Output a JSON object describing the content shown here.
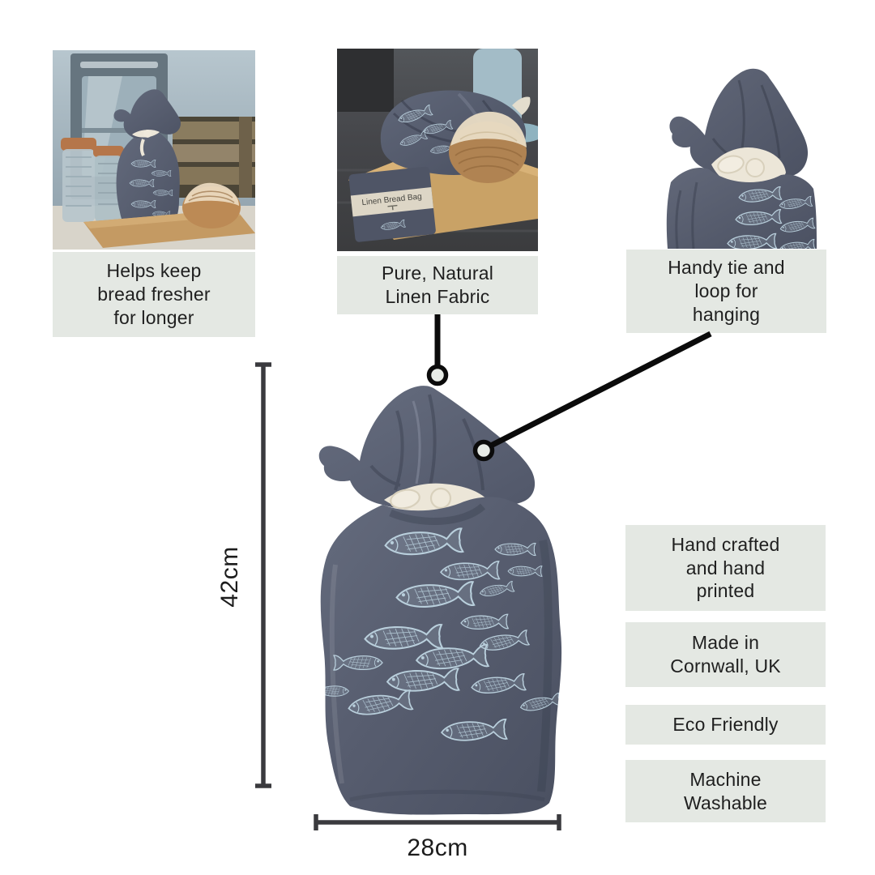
{
  "captions": {
    "fresh": "Helps keep\nbread fresher\nfor longer",
    "linen": "Pure, Natural\nLinen Fabric",
    "tie": "Handy tie and\nloop for\nhanging"
  },
  "badges": {
    "crafted": "Hand crafted\nand hand\nprinted",
    "made": "Made in\nCornwall, UK",
    "eco": "Eco Friendly",
    "washable": "Machine\nWashable"
  },
  "dimensions": {
    "height": "42cm",
    "width": "28cm"
  },
  "packaging_label": "Linen Bread Bag",
  "palette": {
    "panel_bg": "#e4e8e3",
    "text": "#1f1f1f",
    "callout_line": "#0b0b0b",
    "callout_dot_fill": "#e7ebe6",
    "dimension_line": "#3a3a3e",
    "bag_navy": "#565c6e",
    "bag_navy_dark": "#4a5061",
    "fish_print_blue": "#b9cfdc",
    "tie_cream": "#ece6d8",
    "wood": "#c8a266",
    "bread_crust": "#b98950",
    "bread_flour": "#e8dcc4"
  },
  "icons": {
    "callout_dot": "ring-marker",
    "height_marker": "vertical-extent-line-with-caps",
    "width_marker": "horizontal-extent-line-with-caps"
  }
}
